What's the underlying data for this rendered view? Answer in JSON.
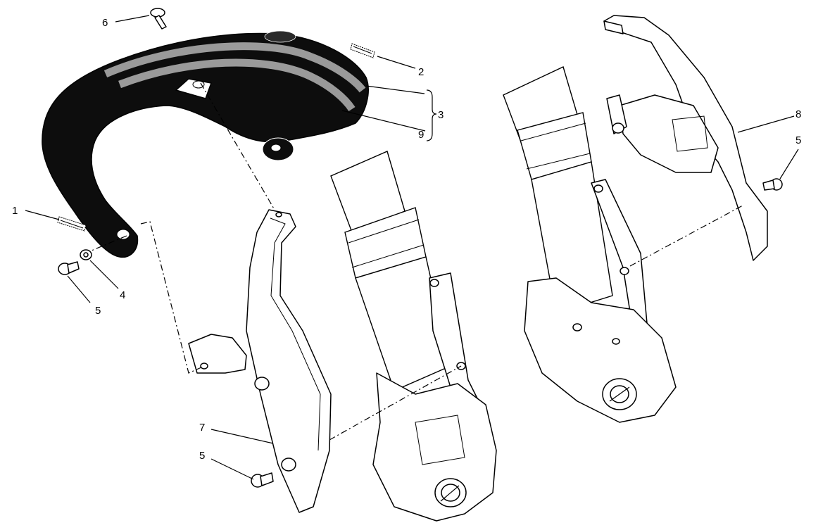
{
  "diagram": {
    "callouts": [
      {
        "id": "c1",
        "label": "1"
      },
      {
        "id": "c2",
        "label": "2"
      },
      {
        "id": "c3",
        "label": "3"
      },
      {
        "id": "c4",
        "label": "4"
      },
      {
        "id": "c5a",
        "label": "5"
      },
      {
        "id": "c5b",
        "label": "5"
      },
      {
        "id": "c5c",
        "label": "5"
      },
      {
        "id": "c6",
        "label": "6"
      },
      {
        "id": "c7",
        "label": "7"
      },
      {
        "id": "c8",
        "label": "8"
      },
      {
        "id": "c9",
        "label": "9"
      }
    ]
  }
}
